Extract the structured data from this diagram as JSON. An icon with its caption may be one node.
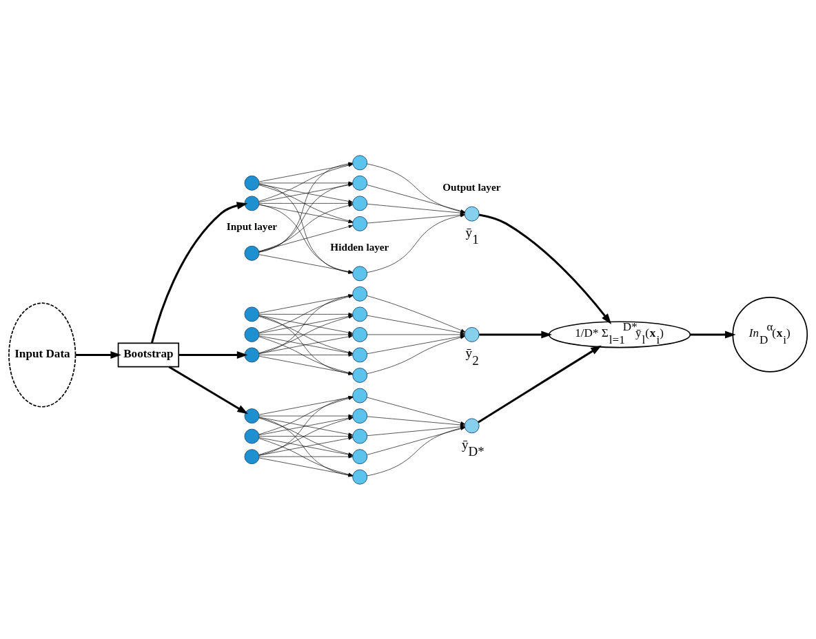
{
  "diagram": {
    "nodes": [
      {
        "text": [
          "Input Data"
        ]
      },
      {
        "text": [
          "Bootstrap"
        ]
      },
      {
        "text": [],
        "shape": "circle"
      },
      {
        "text": [],
        "shape": "circle"
      },
      {
        "text": [],
        "shape": "circle"
      },
      {
        "text": [],
        "shape": "circle"
      },
      {
        "text": [],
        "shape": "circle"
      },
      {
        "text": [],
        "shape": "circle"
      },
      {
        "text": [],
        "shape": "circle"
      },
      {
        "text": [],
        "shape": "circle"
      },
      {
        "text": [],
        "shape": "circle",
        "beside": [
          "ȳ$_{1}$"
        ]
      },
      {
        "text": [],
        "shape": "circle"
      },
      {
        "text": [],
        "shape": "circle"
      },
      {
        "text": [],
        "shape": "circle"
      },
      {
        "text": [],
        "shape": "circle"
      },
      {
        "text": [],
        "shape": "circle"
      },
      {
        "text": [],
        "shape": "circle"
      },
      {
        "text": [],
        "shape": "circle"
      },
      {
        "text": [],
        "shape": "circle"
      },
      {
        "text": [],
        "shape": "circle",
        "beside": [
          "ȳ$_{2}$"
        ]
      },
      {
        "text": [],
        "shape": "circle"
      },
      {
        "text": [],
        "shape": "circle"
      },
      {
        "text": [],
        "shape": "circle"
      },
      {
        "text": [],
        "shape": "circle"
      },
      {
        "text": [],
        "shape": "circle"
      },
      {
        "text": [],
        "shape": "circle"
      },
      {
        "text": [],
        "shape": "circle"
      },
      {
        "text": [],
        "shape": "circle"
      },
      {
        "text": [],
        "shape": "circle",
        "beside": [
          "ȳ$_{D*}$"
        ]
      },
      {
        "text": [
          "1/D* Σ$_{l=1}$$^{D*}$ȳ$_{l}$(**x**$_{i}$)"
        ]
      },
      {
        "text": [
          "*In*$_{D}$$^{α}$(**x**$_{i}$)"
        ]
      }
    ],
    "edges": [
      {
        "from": 0,
        "to": 1,
        "arrow": "to",
        "style": "thick"
      },
      {
        "from": 1,
        "to": 3,
        "arrow": "to",
        "style": "thick"
      },
      {
        "from": 1,
        "to": 12,
        "arrow": "to",
        "style": "thick"
      },
      {
        "from": 1,
        "to": 21,
        "arrow": "to",
        "style": "thick"
      },
      {
        "from": 2,
        "to": 5,
        "arrow": "to"
      },
      {
        "from": 2,
        "to": 6,
        "arrow": "to"
      },
      {
        "from": 2,
        "to": 7,
        "arrow": "to"
      },
      {
        "from": 2,
        "to": 8,
        "arrow": "to"
      },
      {
        "from": 2,
        "to": 9,
        "arrow": "to"
      },
      {
        "from": 3,
        "to": 5,
        "arrow": "to"
      },
      {
        "from": 3,
        "to": 6,
        "arrow": "to"
      },
      {
        "from": 3,
        "to": 7,
        "arrow": "to"
      },
      {
        "from": 3,
        "to": 8,
        "arrow": "to"
      },
      {
        "from": 3,
        "to": 9,
        "arrow": "to"
      },
      {
        "from": 4,
        "to": 5,
        "arrow": "to"
      },
      {
        "from": 4,
        "to": 6,
        "arrow": "to"
      },
      {
        "from": 4,
        "to": 7,
        "arrow": "to"
      },
      {
        "from": 4,
        "to": 8,
        "arrow": "to"
      },
      {
        "from": 4,
        "to": 9,
        "arrow": "to"
      },
      {
        "from": 5,
        "to": 10,
        "arrow": "to"
      },
      {
        "from": 6,
        "to": 10,
        "arrow": "to"
      },
      {
        "from": 7,
        "to": 10,
        "arrow": "to"
      },
      {
        "from": 8,
        "to": 10,
        "arrow": "to"
      },
      {
        "from": 9,
        "to": 10,
        "arrow": "to"
      },
      {
        "from": 11,
        "to": 14,
        "arrow": "to"
      },
      {
        "from": 11,
        "to": 15,
        "arrow": "to"
      },
      {
        "from": 11,
        "to": 16,
        "arrow": "to"
      },
      {
        "from": 11,
        "to": 17,
        "arrow": "to"
      },
      {
        "from": 11,
        "to": 18,
        "arrow": "to"
      },
      {
        "from": 12,
        "to": 14,
        "arrow": "to"
      },
      {
        "from": 12,
        "to": 15,
        "arrow": "to"
      },
      {
        "from": 12,
        "to": 16,
        "arrow": "to"
      },
      {
        "from": 12,
        "to": 17,
        "arrow": "to"
      },
      {
        "from": 12,
        "to": 18,
        "arrow": "to"
      },
      {
        "from": 13,
        "to": 14,
        "arrow": "to"
      },
      {
        "from": 13,
        "to": 15,
        "arrow": "to"
      },
      {
        "from": 13,
        "to": 16,
        "arrow": "to"
      },
      {
        "from": 13,
        "to": 17,
        "arrow": "to"
      },
      {
        "from": 13,
        "to": 18,
        "arrow": "to"
      },
      {
        "from": 14,
        "to": 19,
        "arrow": "to"
      },
      {
        "from": 15,
        "to": 19,
        "arrow": "to"
      },
      {
        "from": 16,
        "to": 19,
        "arrow": "to"
      },
      {
        "from": 17,
        "to": 19,
        "arrow": "to"
      },
      {
        "from": 18,
        "to": 19,
        "arrow": "to"
      },
      {
        "from": 20,
        "to": 23,
        "arrow": "to"
      },
      {
        "from": 20,
        "to": 24,
        "arrow": "to"
      },
      {
        "from": 20,
        "to": 25,
        "arrow": "to"
      },
      {
        "from": 20,
        "to": 26,
        "arrow": "to"
      },
      {
        "from": 20,
        "to": 27,
        "arrow": "to"
      },
      {
        "from": 21,
        "to": 23,
        "arrow": "to"
      },
      {
        "from": 21,
        "to": 24,
        "arrow": "to"
      },
      {
        "from": 21,
        "to": 25,
        "arrow": "to"
      },
      {
        "from": 21,
        "to": 26,
        "arrow": "to"
      },
      {
        "from": 21,
        "to": 27,
        "arrow": "to"
      },
      {
        "from": 22,
        "to": 23,
        "arrow": "to"
      },
      {
        "from": 22,
        "to": 24,
        "arrow": "to"
      },
      {
        "from": 22,
        "to": 25,
        "arrow": "to"
      },
      {
        "from": 22,
        "to": 26,
        "arrow": "to"
      },
      {
        "from": 22,
        "to": 27,
        "arrow": "to"
      },
      {
        "from": 23,
        "to": 28,
        "arrow": "to"
      },
      {
        "from": 24,
        "to": 28,
        "arrow": "to"
      },
      {
        "from": 25,
        "to": 28,
        "arrow": "to"
      },
      {
        "from": 26,
        "to": 28,
        "arrow": "to"
      },
      {
        "from": 27,
        "to": 28,
        "arrow": "to"
      },
      {
        "from": 10,
        "to": 29,
        "arrow": "to",
        "style": "thick"
      },
      {
        "from": 19,
        "to": 29,
        "arrow": "to",
        "style": "thick"
      },
      {
        "from": 28,
        "to": 29,
        "arrow": "to",
        "style": "thick"
      },
      {
        "from": 29,
        "to": 30,
        "arrow": "to",
        "style": "thick"
      }
    ],
    "labels": [
      "Input layer",
      "Hidden layer",
      "Output layer"
    ]
  }
}
